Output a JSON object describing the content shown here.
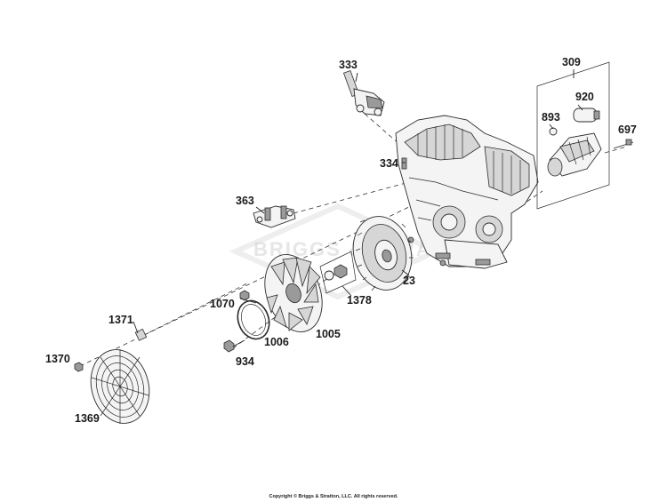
{
  "diagram": {
    "callouts": {
      "c333": "333",
      "c309": "309",
      "c920": "920",
      "c893": "893",
      "c697": "697",
      "c334": "334",
      "c363": "363",
      "c23": "23",
      "c1378": "1378",
      "c1070": "1070",
      "c1005": "1005",
      "c1006": "1006",
      "c934": "934",
      "c1371": "1371",
      "c1370": "1370",
      "c1369": "1369"
    },
    "watermark": "BRIGGS & STRATTON",
    "copyright": "Copyright © Briggs & Stratton, LLC. All rights reserved."
  }
}
